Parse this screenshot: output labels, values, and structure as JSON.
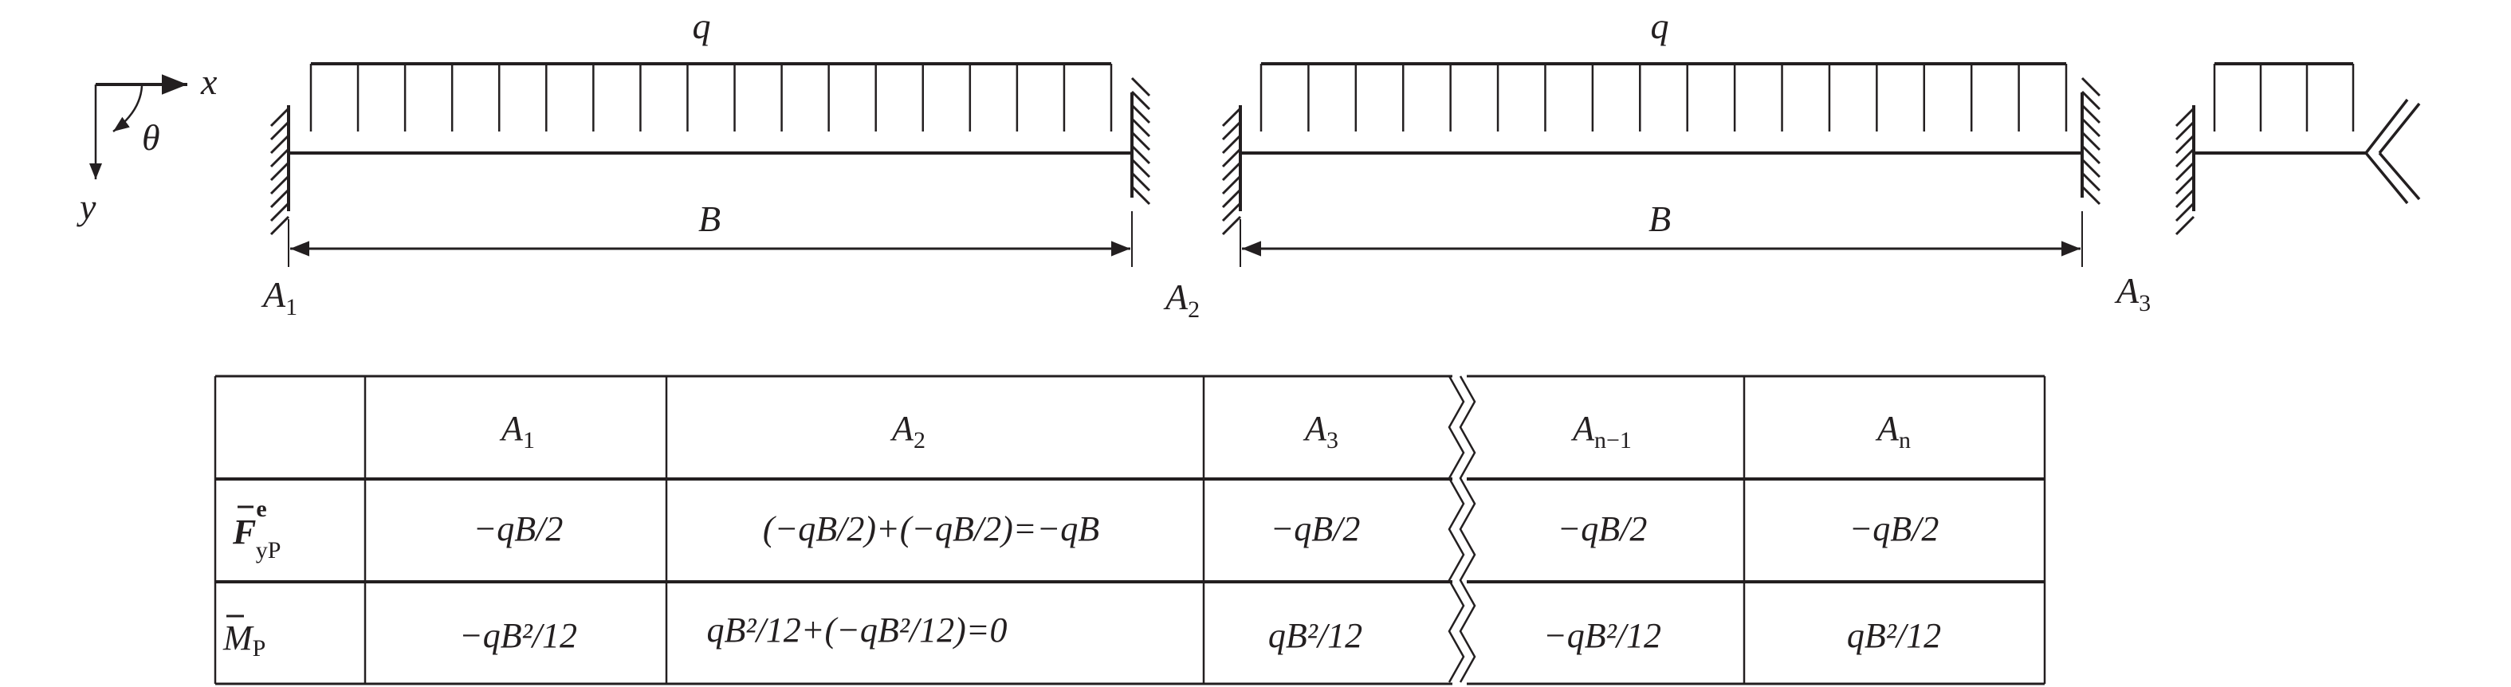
{
  "diagram": {
    "axes": {
      "x": "x",
      "y": "y",
      "angle": "θ"
    },
    "spans": [
      {
        "load": "q",
        "length": "B"
      },
      {
        "load": "q",
        "length": "B"
      }
    ],
    "nodes": [
      {
        "base": "A",
        "sub": "1"
      },
      {
        "base": "A",
        "sub": "2"
      },
      {
        "base": "A",
        "sub": "3"
      }
    ]
  },
  "table": {
    "header": [
      {
        "base": "A",
        "sub": "1"
      },
      {
        "base": "A",
        "sub": "2"
      },
      {
        "base": "A",
        "sub": "3"
      },
      {
        "base": "A",
        "sub": "n−1"
      },
      {
        "base": "A",
        "sub": "n"
      }
    ],
    "rows": [
      {
        "label": {
          "base": "F",
          "sup": "e",
          "sub": "yP"
        },
        "cells": [
          "−qB/2",
          "(−qB/2)+(−qB/2)=−qB",
          "−qB/2",
          "−qB/2",
          "−qB/2"
        ]
      },
      {
        "label": {
          "base": "M",
          "sub": "P"
        },
        "cells": [
          "−qB²/12",
          "qB²/12+(−qB²/12)=0",
          "qB²/12",
          "−qB²/12",
          "qB²/12"
        ]
      }
    ]
  }
}
